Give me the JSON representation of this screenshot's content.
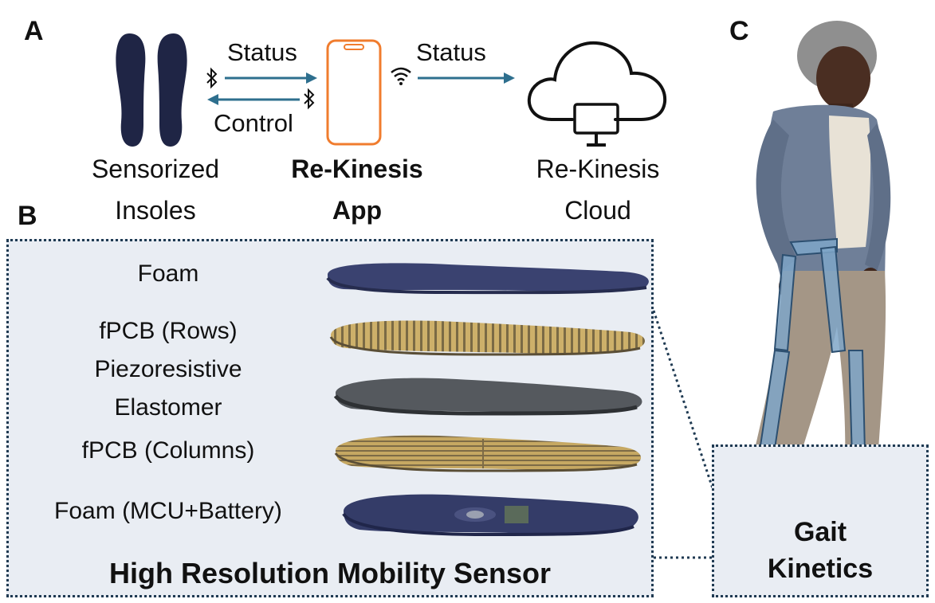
{
  "panel_a": {
    "letter": "A",
    "insoles_label_line1": "Sensorized",
    "insoles_label_line2": "Insoles",
    "arrow_status_1": "Status",
    "arrow_control": "Control",
    "app_label_line1": "Re-Kinesis",
    "app_label_line2": "App",
    "arrow_status_2": "Status",
    "cloud_label_line1": "Re-Kinesis",
    "cloud_label_line2": "Cloud",
    "icons": [
      "insoles-icon",
      "bluetooth-icon",
      "smartphone-icon",
      "wifi-icon",
      "cloud-icon",
      "monitor-icon"
    ],
    "colors": {
      "arrow": "#2e6f8e",
      "phone": "#f07c2e",
      "insole": "#1f2545"
    }
  },
  "panel_b": {
    "letter": "B",
    "layers": [
      {
        "label_lines": [
          "Foam"
        ],
        "color": "#3a4270"
      },
      {
        "label_lines": [
          "fPCB (Rows)"
        ],
        "color": "#c9a85a"
      },
      {
        "label_lines": [
          "Piezoresistive",
          "Elastomer"
        ],
        "color": "#4a4e52"
      },
      {
        "label_lines": [
          "fPCB (Columns)"
        ],
        "color": "#c2a562"
      },
      {
        "label_lines": [
          "Foam (MCU+Battery)"
        ],
        "color": "#343c68"
      }
    ],
    "title": "High Resolution Mobility Sensor"
  },
  "panel_c": {
    "letter": "C",
    "label_line1": "Gait",
    "label_line2": "Kinetics"
  }
}
